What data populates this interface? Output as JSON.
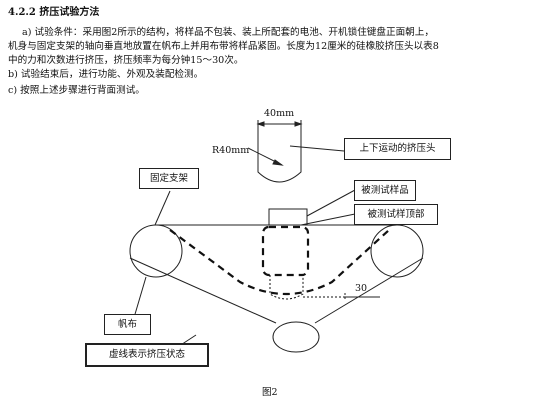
{
  "section": {
    "heading": "4.2.2 挤压试验方法",
    "paragraphs": [
      "a)  试验条件：采用图2所示的结构，将样品不包装、装上所配套的电池、开机锁住键盘正面朝上，",
      "机身与固定支架的轴向垂直地放置在帆布上并用布带将样品紧固。长度为12厘米的硅橡胶挤压头以表8",
      "中的力和次数进行挤压，挤压频率为每分钟15～30次。",
      "b) 试验结束后，进行功能、外观及装配检测。",
      "c) 按照上述步骤进行背面测试。"
    ]
  },
  "figure": {
    "caption": "图2",
    "dim_width": "40mm",
    "dim_radius": "R40mm",
    "angle": "30",
    "labels": {
      "press_head": "上下运动的挤压头",
      "fixed_frame": "固定支架",
      "sample": "被测试样品",
      "sample_top": "被测试样顶部",
      "canvas": "帆布",
      "dashed_note": "虚线表示挤压状态"
    }
  }
}
